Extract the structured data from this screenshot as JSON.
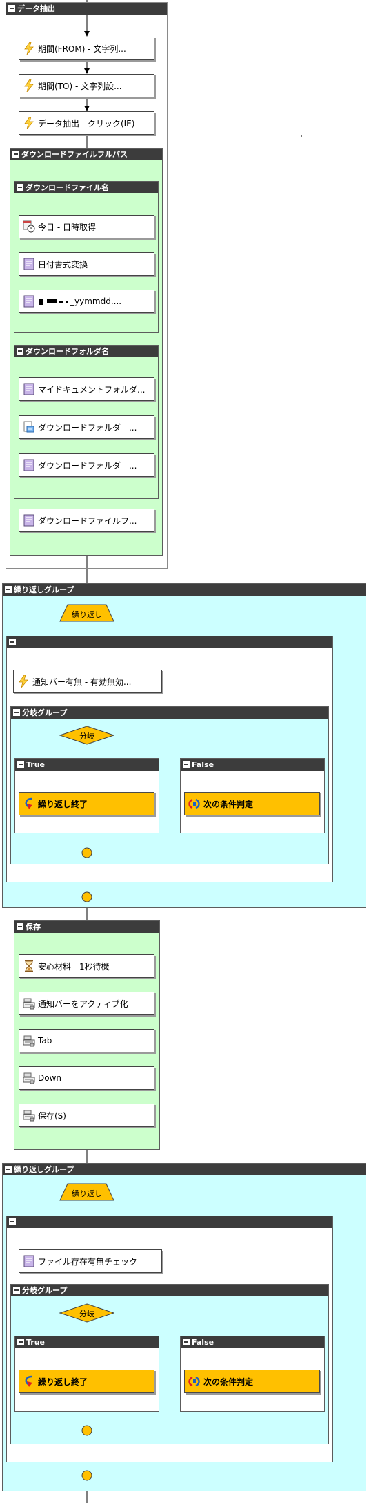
{
  "groups": {
    "data_extract": "データ抽出",
    "download_full_path": "ダウンロードファイルフルパス",
    "download_file_name": "ダウンロードファイル名",
    "download_folder_name": "ダウンロードフォルダ名",
    "loop_group_1": "繰り返しグループ",
    "inner_1": "",
    "branch_group_1": "分岐グループ",
    "true_1": "True",
    "false_1": "False",
    "save": "保存",
    "loop_group_2": "繰り返しグループ",
    "inner_2": "",
    "branch_group_2": "分岐グループ",
    "true_2": "True",
    "false_2": "False"
  },
  "nodes": {
    "period_from": "期間(FROM) - 文字列...",
    "period_to": "期間(TO) - 文字列設...",
    "extract_click": "データ抽出 - クリック(IE)",
    "today": "今日 - 日時取得",
    "date_format": "日付書式変換",
    "file_name_masked": "_yymmdd....",
    "my_documents": "マイドキュメントフォルダ...",
    "download_folder_a": "ダウンロードフォルダ - ...",
    "download_folder_b": "ダウンロードフォルダ - ...",
    "download_file_full": "ダウンロードファイルフ...",
    "notify_bar_check": "通知バー有無 - 有効無効...",
    "loop_end_1": "繰り返し終了",
    "next_condition_1": "次の条件判定",
    "wait_1s": "安心材料 - 1秒待機",
    "activate_notify_bar": "通知バーをアクティブ化",
    "key_tab": "Tab",
    "key_down": "Down",
    "save_s": "保存(S)",
    "file_exists_check": "ファイル存在有無チェック",
    "loop_end_2": "繰り返し終了",
    "next_condition_2": "次の条件判定"
  },
  "shapes": {
    "loop_1": "繰り返し",
    "branch_1": "分岐",
    "loop_2": "繰り返し",
    "branch_2": "分岐"
  },
  "icons": {
    "lightning": "lightning-icon",
    "calendar_clock": "calendar-clock-icon",
    "script": "script-icon",
    "folder_special": "special-folder-icon",
    "loop_end": "loop-end-icon",
    "next_condition": "next-condition-icon",
    "hourglass": "hourglass-icon",
    "keyboard": "keyboard-icon"
  },
  "colors": {
    "header": "#3c3c3c",
    "green_group": "#ccffcc",
    "cyan_group": "#ccffff",
    "yellow": "#ffc000"
  }
}
